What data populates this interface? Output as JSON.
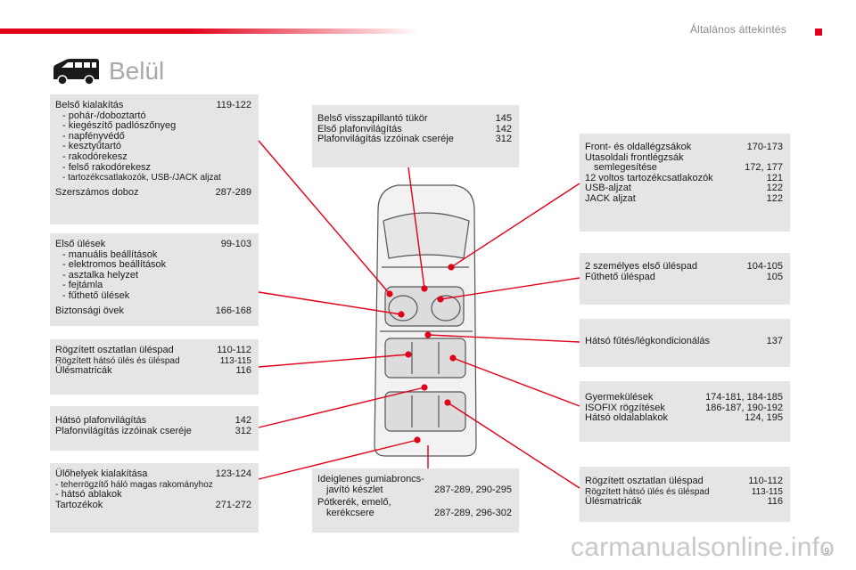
{
  "header": {
    "section_title": "Általános áttekintés",
    "page_title": "Belül"
  },
  "footer": {
    "page_number": "9",
    "watermark": "carmanualsonline.info"
  },
  "colors": {
    "accent": "#e10019",
    "box_bg": "#e5e5e5"
  },
  "icons": {
    "heading": "van-icon"
  },
  "boxes": {
    "interior": {
      "title": "Belső kialakítás",
      "title_page": "119-122",
      "items": [
        "pohár-/doboztartó",
        "kiegészítő padlószőnyeg",
        "napfényvédő",
        "kesztyűtartó",
        "rakodórekesz",
        "felső rakodórekesz",
        "tartozékcsatlakozók, USB-/JACK aljzat"
      ],
      "extra_label": "Szerszámos doboz",
      "extra_page": "287-289"
    },
    "front_seats": {
      "title": "Első ülések",
      "title_page": "99-103",
      "items": [
        "manuális beállítások",
        "elektromos beállítások",
        "asztalka helyzet",
        "fejtámla",
        "fűthető ülések"
      ],
      "extra_label": "Biztonsági övek",
      "extra_page": "166-168"
    },
    "fixed_bench_left": {
      "r1_label": "Rögzített osztatlan üléspad",
      "r1_page": "110-112",
      "r2_label": "Rögzített hátsó ülés és üléspad",
      "r2_page": "113-115",
      "r3_label": "Ülésmatricák",
      "r3_page": "116"
    },
    "rear_lights": {
      "r1_label": "Hátsó plafonvilágítás",
      "r1_page": "142",
      "r2_label": "Plafonvilágítás izzóinak cseréje",
      "r2_page": "312"
    },
    "seating": {
      "title": "Ülőhelyek kialakítása",
      "title_page": "123-124",
      "items": [
        "teherrögzítő háló magas rakományhoz",
        "hátsó ablakok"
      ],
      "extra_label": "Tartozékok",
      "extra_page": "271-272"
    },
    "mirror": {
      "r1_label": "Belső visszapillantó tükör",
      "r1_page": "145",
      "r2_label": "Első plafonvilágítás",
      "r2_page": "142",
      "r3_label": "Plafonvilágítás izzóinak cseréje",
      "r3_page": "312"
    },
    "tyre": {
      "r1_label_a": "Ideiglenes gumiabroncs-",
      "r1_label_b": "javító készlet",
      "r1_page": "287-289, 290-295",
      "r2_label_a": "Pótkerék, emelő,",
      "r2_label_b": "kerékcsere",
      "r2_page": "287-289, 296-302"
    },
    "vents": {
      "r1_label": "Front- és oldallégzsákok",
      "r1_page": "170-173",
      "r2_label_a": "Utasoldali frontlégzsák",
      "r2_label_b": "semlegesítése",
      "r2_page": "172, 177",
      "r3_label": "12 voltos tartozékcsatlakozók",
      "r3_page": "121",
      "r4_label": "USB-aljzat",
      "r4_page": "122",
      "r5_label": "JACK aljzat",
      "r5_page": "122"
    },
    "front_bench": {
      "r1_label": "2 személyes első üléspad",
      "r1_page": "104-105",
      "r2_label": "Fűthető üléspad",
      "r2_page": "105"
    },
    "rear_heating": {
      "r1_label": "Hátsó fűtés/légkondicionálás",
      "r1_page": "137"
    },
    "child": {
      "r1_label": "Gyermekülések",
      "r1_page": "174-181, 184-185",
      "r2_label": "ISOFIX rögzítések",
      "r2_page": "186-187, 190-192",
      "r3_label": "Hátsó oldalablakok",
      "r3_page": "124, 195"
    },
    "fixed_bench_right": {
      "r1_label": "Rögzített osztatlan üléspad",
      "r1_page": "110-112",
      "r2_label": "Rögzített hátsó ülés és üléspad",
      "r2_page": "113-115",
      "r3_label": "Ülésmatricák",
      "r3_page": "116"
    }
  }
}
